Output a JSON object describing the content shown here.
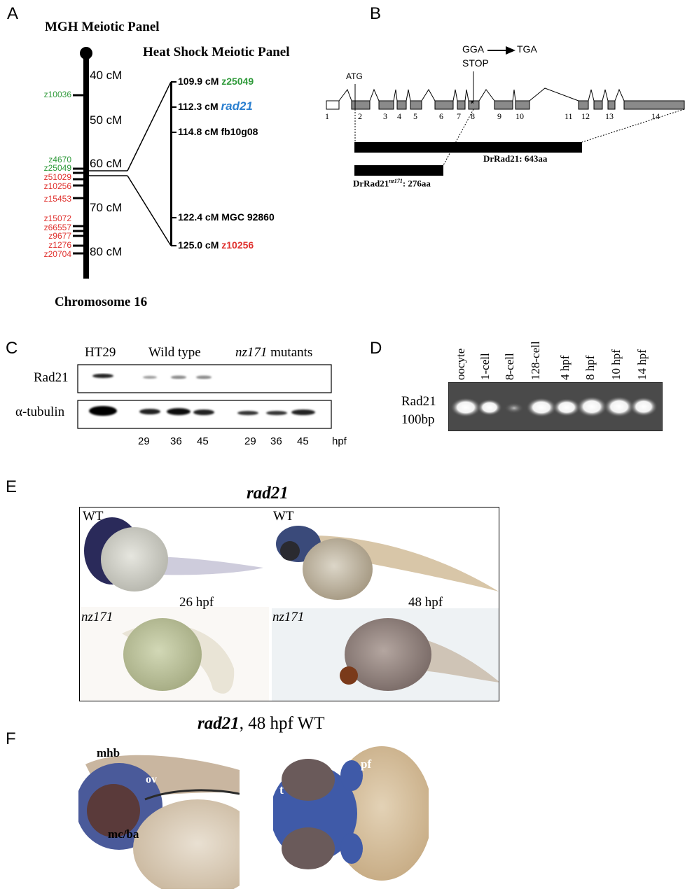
{
  "panels": {
    "A": {
      "label": "A",
      "title_left": "MGH Meiotic Panel",
      "title_right": "Heat Shock Meiotic Panel",
      "chromosome": "Chromosome 16",
      "cm_ticks": [
        "40 cM",
        "50 cM",
        "60 cM",
        "70 cM",
        "80 cM"
      ],
      "left_markers": [
        {
          "name": "z10036",
          "color": "#2f9a3a"
        },
        {
          "name": "z4670",
          "color": "#2f9a3a"
        },
        {
          "name": "z25049",
          "color": "#2f9a3a"
        },
        {
          "name": "z51029",
          "color": "#e0312e"
        },
        {
          "name": "z10256",
          "color": "#e0312e"
        },
        {
          "name": "z15453",
          "color": "#e0312e"
        },
        {
          "name": "z15072",
          "color": "#e0312e"
        },
        {
          "name": "z66557",
          "color": "#e0312e"
        },
        {
          "name": "z9677",
          "color": "#e0312e"
        },
        {
          "name": "z1276",
          "color": "#e0312e"
        },
        {
          "name": "z20704",
          "color": "#e0312e"
        }
      ],
      "right_markers": [
        {
          "pos": "109.9 cM",
          "name": "z25049",
          "color": "#2f9a3a"
        },
        {
          "pos": "112.3 cM",
          "name": "rad21",
          "color": "#2a7fd0"
        },
        {
          "pos": "114.8 cM",
          "name": "fb10g08",
          "color": "#000000"
        },
        {
          "pos": "122.4 cM",
          "name": "MGC 92860",
          "color": "#000000"
        },
        {
          "pos": "125.0 cM",
          "name": "z10256",
          "color": "#e0312e"
        }
      ]
    },
    "B": {
      "label": "B",
      "mutation_top": "GGA",
      "mutation_arrow_to": "TGA",
      "mutation_stop": "STOP",
      "atg": "ATG",
      "star": "*",
      "exons": [
        "1",
        "2",
        "3",
        "4",
        "5",
        "6",
        "7",
        "8",
        "9",
        "10",
        "11",
        "12",
        "13",
        "14"
      ],
      "protein_wt": "DrRad21: 643aa",
      "protein_mut_prefix": "DrRad21",
      "protein_mut_sup": "nz171",
      "protein_mut_suffix": ": 276aa"
    },
    "C": {
      "label": "C",
      "lane_groups": [
        "HT29",
        "Wild type",
        "nz171",
        "mutants"
      ],
      "rows": [
        "Rad21",
        "α-tubulin"
      ],
      "timepoints": [
        "29",
        "36",
        "45",
        "29",
        "36",
        "45"
      ],
      "unit": "hpf"
    },
    "D": {
      "label": "D",
      "lanes": [
        "oocyte",
        "1-cell",
        "8-cell",
        "128-cell",
        "4 hpf",
        "8 hpf",
        "10 hpf",
        "14 hpf"
      ],
      "row_label_1": "Rad21",
      "row_label_2": "100bp"
    },
    "E": {
      "label": "E",
      "title": "rad21",
      "wt": "WT",
      "mutant": "nz171",
      "time_1": "26 hpf",
      "time_2": "48 hpf"
    },
    "F": {
      "label": "F",
      "title_gene": "rad21",
      "title_rest": ", 48 hpf  WT",
      "anno_mhb": "mhb",
      "anno_ov": "ov",
      "anno_mcba": "mc/ba",
      "anno_t": "t",
      "anno_pf": "pf"
    }
  }
}
